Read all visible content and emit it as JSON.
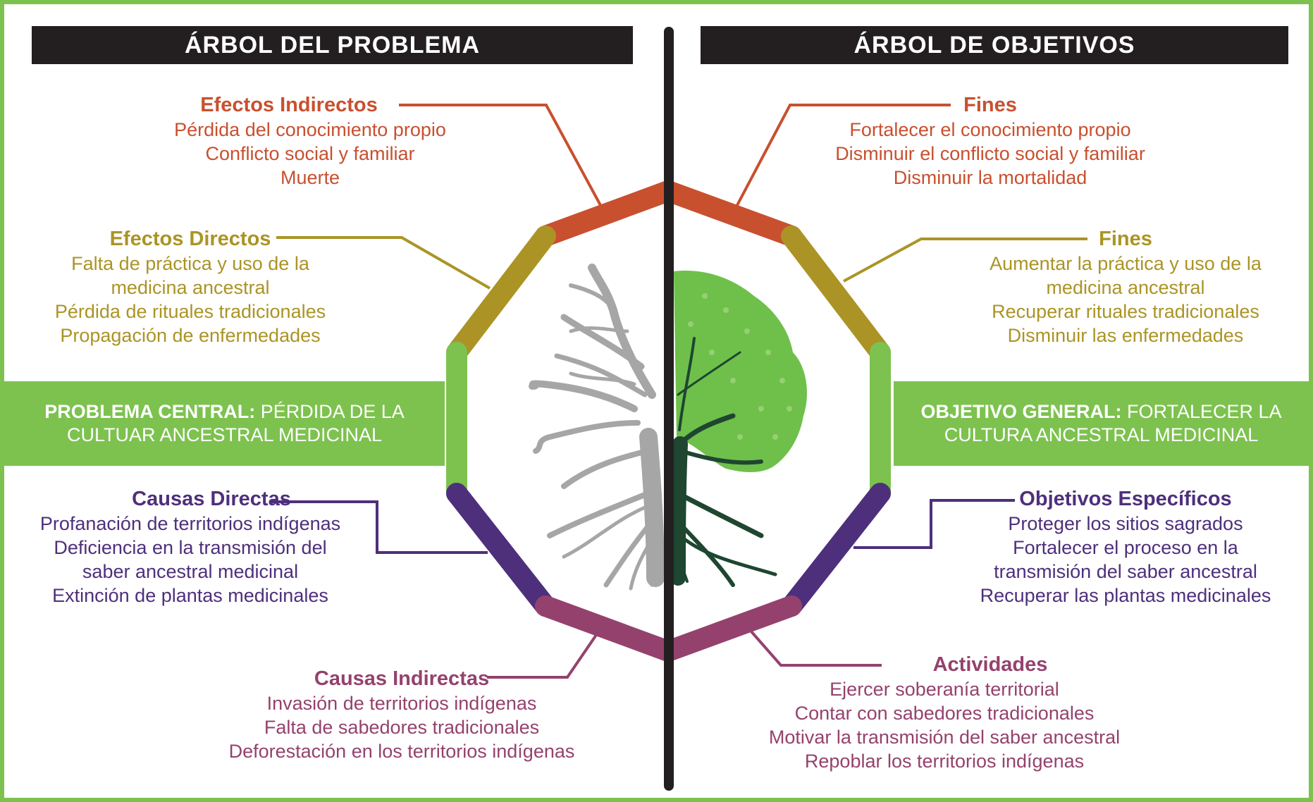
{
  "colors": {
    "frame": "#7dc24f",
    "header_bg": "#231f20",
    "central_band": "#7dc24f",
    "indirect_effects": "#c8502f",
    "direct_effects": "#ab9425",
    "direct_causes": "#4e2f7c",
    "indirect_causes": "#94426d",
    "divider": "#231f20",
    "roots_grey": "#a6a6a6",
    "foliage_green": "#6ec04b",
    "trunk_dark": "#1e4630"
  },
  "icons": {
    "left_tree": "bare-grey-tree-with-roots-icon",
    "right_tree": "leafy-green-tree-icon"
  },
  "problem_tree": {
    "header": "ÁRBOL DEL PROBLEMA",
    "indirect_effects": {
      "title": "Efectos Indirectos",
      "items": [
        "Pérdida del conocimiento propio",
        "Conflicto social y familiar",
        "Muerte"
      ]
    },
    "direct_effects": {
      "title": "Efectos Directos",
      "items": [
        "Falta de práctica y uso de la",
        "medicina ancestral",
        "Pérdida de rituales tradicionales",
        "Propagación de enfermedades"
      ]
    },
    "central": {
      "label": "PROBLEMA CENTRAL:",
      "text_line1": " PÉRDIDA DE LA",
      "text_line2": "CULTUAR ANCESTRAL MEDICINAL"
    },
    "direct_causes": {
      "title": "Causas Directas",
      "items": [
        "Profanación de territorios indígenas",
        "Deficiencia en la transmisión del",
        "saber ancestral medicinal",
        "Extinción de plantas medicinales"
      ]
    },
    "indirect_causes": {
      "title": "Causas Indirectas",
      "items": [
        "Invasión de territorios indígenas",
        "Falta de sabedores tradicionales",
        "Deforestación en los territorios indígenas"
      ]
    }
  },
  "objectives_tree": {
    "header": "ÁRBOL DE OBJETIVOS",
    "ends_top": {
      "title": "Fines",
      "items": [
        "Fortalecer el conocimiento propio",
        "Disminuir el conflicto social y familiar",
        "Disminuir la mortalidad"
      ]
    },
    "ends_second": {
      "title": "Fines",
      "items": [
        "Aumentar la práctica y uso de la",
        "medicina ancestral",
        "Recuperar rituales tradicionales",
        "Disminuir las enfermedades"
      ]
    },
    "general": {
      "label": "OBJETIVO GENERAL:",
      "text_line1": " FORTALECER LA",
      "text_line2": "CULTURA ANCESTRAL MEDICINAL"
    },
    "specific_objectives": {
      "title": "Objetivos Específicos",
      "items": [
        "Proteger los sitios sagrados",
        "Fortalecer el proceso en la",
        "transmisión del saber ancestral",
        "Recuperar las plantas medicinales"
      ]
    },
    "activities": {
      "title": "Actividades",
      "items": [
        "Ejercer soberanía territorial",
        "Contar con sabedores tradicionales",
        "Motivar la transmisión del saber ancestral",
        "Repoblar los territorios indígenas"
      ]
    }
  }
}
